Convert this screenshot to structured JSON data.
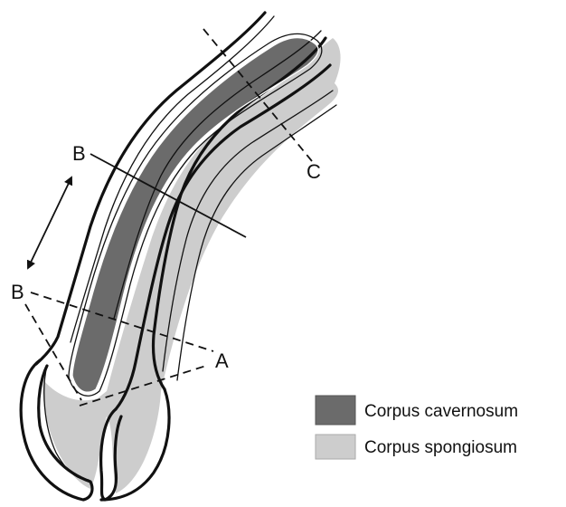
{
  "colors": {
    "corpus_cavernosum": "#6b6b6b",
    "corpus_spongiosum": "#cdcdcd",
    "outline": "#111111"
  },
  "labels": {
    "b_upper": "B",
    "b_lower": "B",
    "a": "A",
    "c": "C"
  },
  "legend": {
    "items": [
      {
        "label": "Corpus cavernosum",
        "color": "#6b6b6b"
      },
      {
        "label": "Corpus spongiosum",
        "color": "#cdcdcd"
      }
    ]
  },
  "icons": {
    "measure_arrow": "double-headed-arrow-icon"
  }
}
